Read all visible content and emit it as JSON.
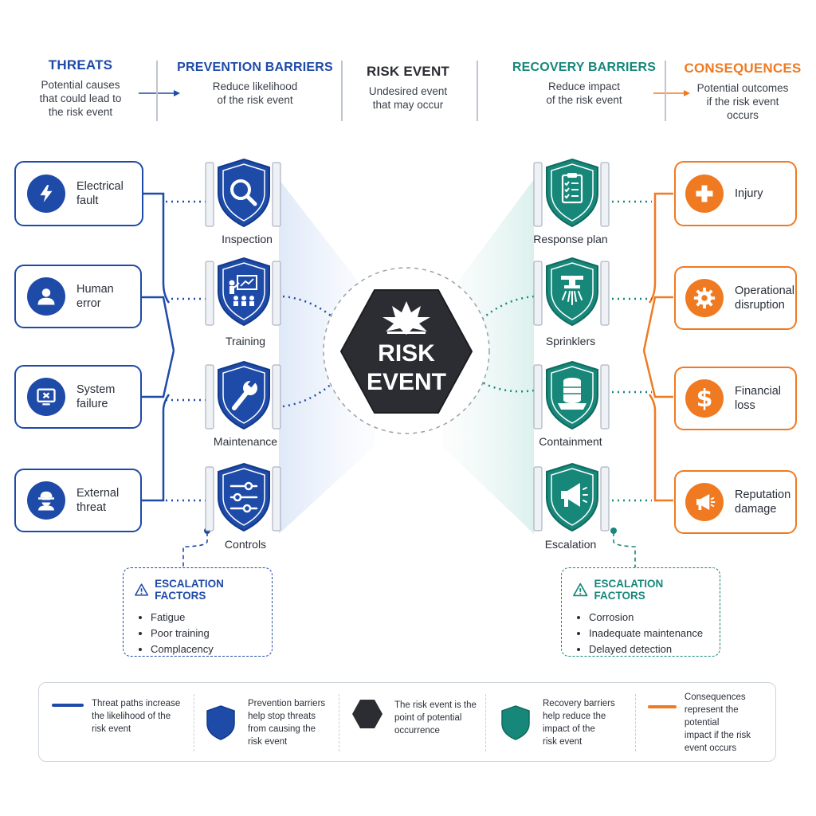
{
  "header": {
    "threats": {
      "title": "THREATS",
      "desc": [
        "Potential causes",
        "that could lead to",
        "the risk event"
      ]
    },
    "prevention": {
      "title": "PREVENTION BARRIERS",
      "desc": [
        "Reduce likelihood",
        "of the risk event"
      ]
    },
    "risk": {
      "title": "RISK EVENT",
      "desc": [
        "Undesired event",
        "that may occur"
      ]
    },
    "recovery": {
      "title": "RECOVERY BARRIERS",
      "desc": [
        "Reduce impact",
        "of the risk event"
      ]
    },
    "consequences": {
      "title": "CONSEQUENCES",
      "desc": [
        "Potential outcomes",
        "if the risk event",
        "occurs"
      ]
    }
  },
  "threats": [
    {
      "label": [
        "Electrical",
        "fault"
      ],
      "icon": "lightning-icon"
    },
    {
      "label": [
        "Human",
        "error"
      ],
      "icon": "person-icon"
    },
    {
      "label": [
        "System",
        "failure"
      ],
      "icon": "monitor-error-icon"
    },
    {
      "label": [
        "External",
        "threat"
      ],
      "icon": "intruder-icon"
    }
  ],
  "prevention": [
    {
      "label": "Inspection",
      "icon": "magnifier-icon"
    },
    {
      "label": "Training",
      "icon": "presentation-icon"
    },
    {
      "label": "Maintenance",
      "icon": "wrench-icon"
    },
    {
      "label": "Controls",
      "icon": "sliders-icon"
    }
  ],
  "center": {
    "line1": "RISK",
    "line2": "EVENT",
    "icon": "explosion-icon"
  },
  "recovery": [
    {
      "label": "Response plan",
      "icon": "clipboard-icon"
    },
    {
      "label": "Sprinklers",
      "icon": "sprinkler-icon"
    },
    {
      "label": "Containment",
      "icon": "barrel-icon"
    },
    {
      "label": "Escalation",
      "icon": "megaphone-icon"
    }
  ],
  "consequences": [
    {
      "label": [
        "Injury"
      ],
      "icon": "medical-cross-icon"
    },
    {
      "label": [
        "Operational",
        "disruption"
      ],
      "icon": "gear-icon"
    },
    {
      "label": [
        "Financial",
        "loss"
      ],
      "icon": "dollar-icon"
    },
    {
      "label": [
        "Reputation",
        "damage"
      ],
      "icon": "megaphone-icon"
    }
  ],
  "escalation_left": {
    "title": "ESCALATION FACTORS",
    "items": [
      "Fatigue",
      "Poor training",
      "Complacency"
    ]
  },
  "escalation_right": {
    "title": "ESCALATION FACTORS",
    "items": [
      "Corrosion",
      "Inadequate maintenance",
      "Delayed detection"
    ]
  },
  "legend": [
    {
      "text": [
        "Threat paths increase",
        "the likelihood of the",
        "risk event"
      ]
    },
    {
      "text": [
        "Prevention barriers",
        "help stop threats",
        "from causing the",
        "risk event"
      ]
    },
    {
      "text": [
        "The risk event is the",
        "point of potential",
        "occurrence"
      ]
    },
    {
      "text": [
        "Recovery barriers",
        "help reduce the",
        "impact of the",
        "risk event"
      ]
    },
    {
      "text": [
        "Consequences",
        "represent the potential",
        "impact if the risk",
        "event occurs"
      ]
    }
  ],
  "colors": {
    "blue": "#1e4aa8",
    "teal": "#17877a",
    "orange": "#ef7a22",
    "dark": "#2b2d33"
  }
}
